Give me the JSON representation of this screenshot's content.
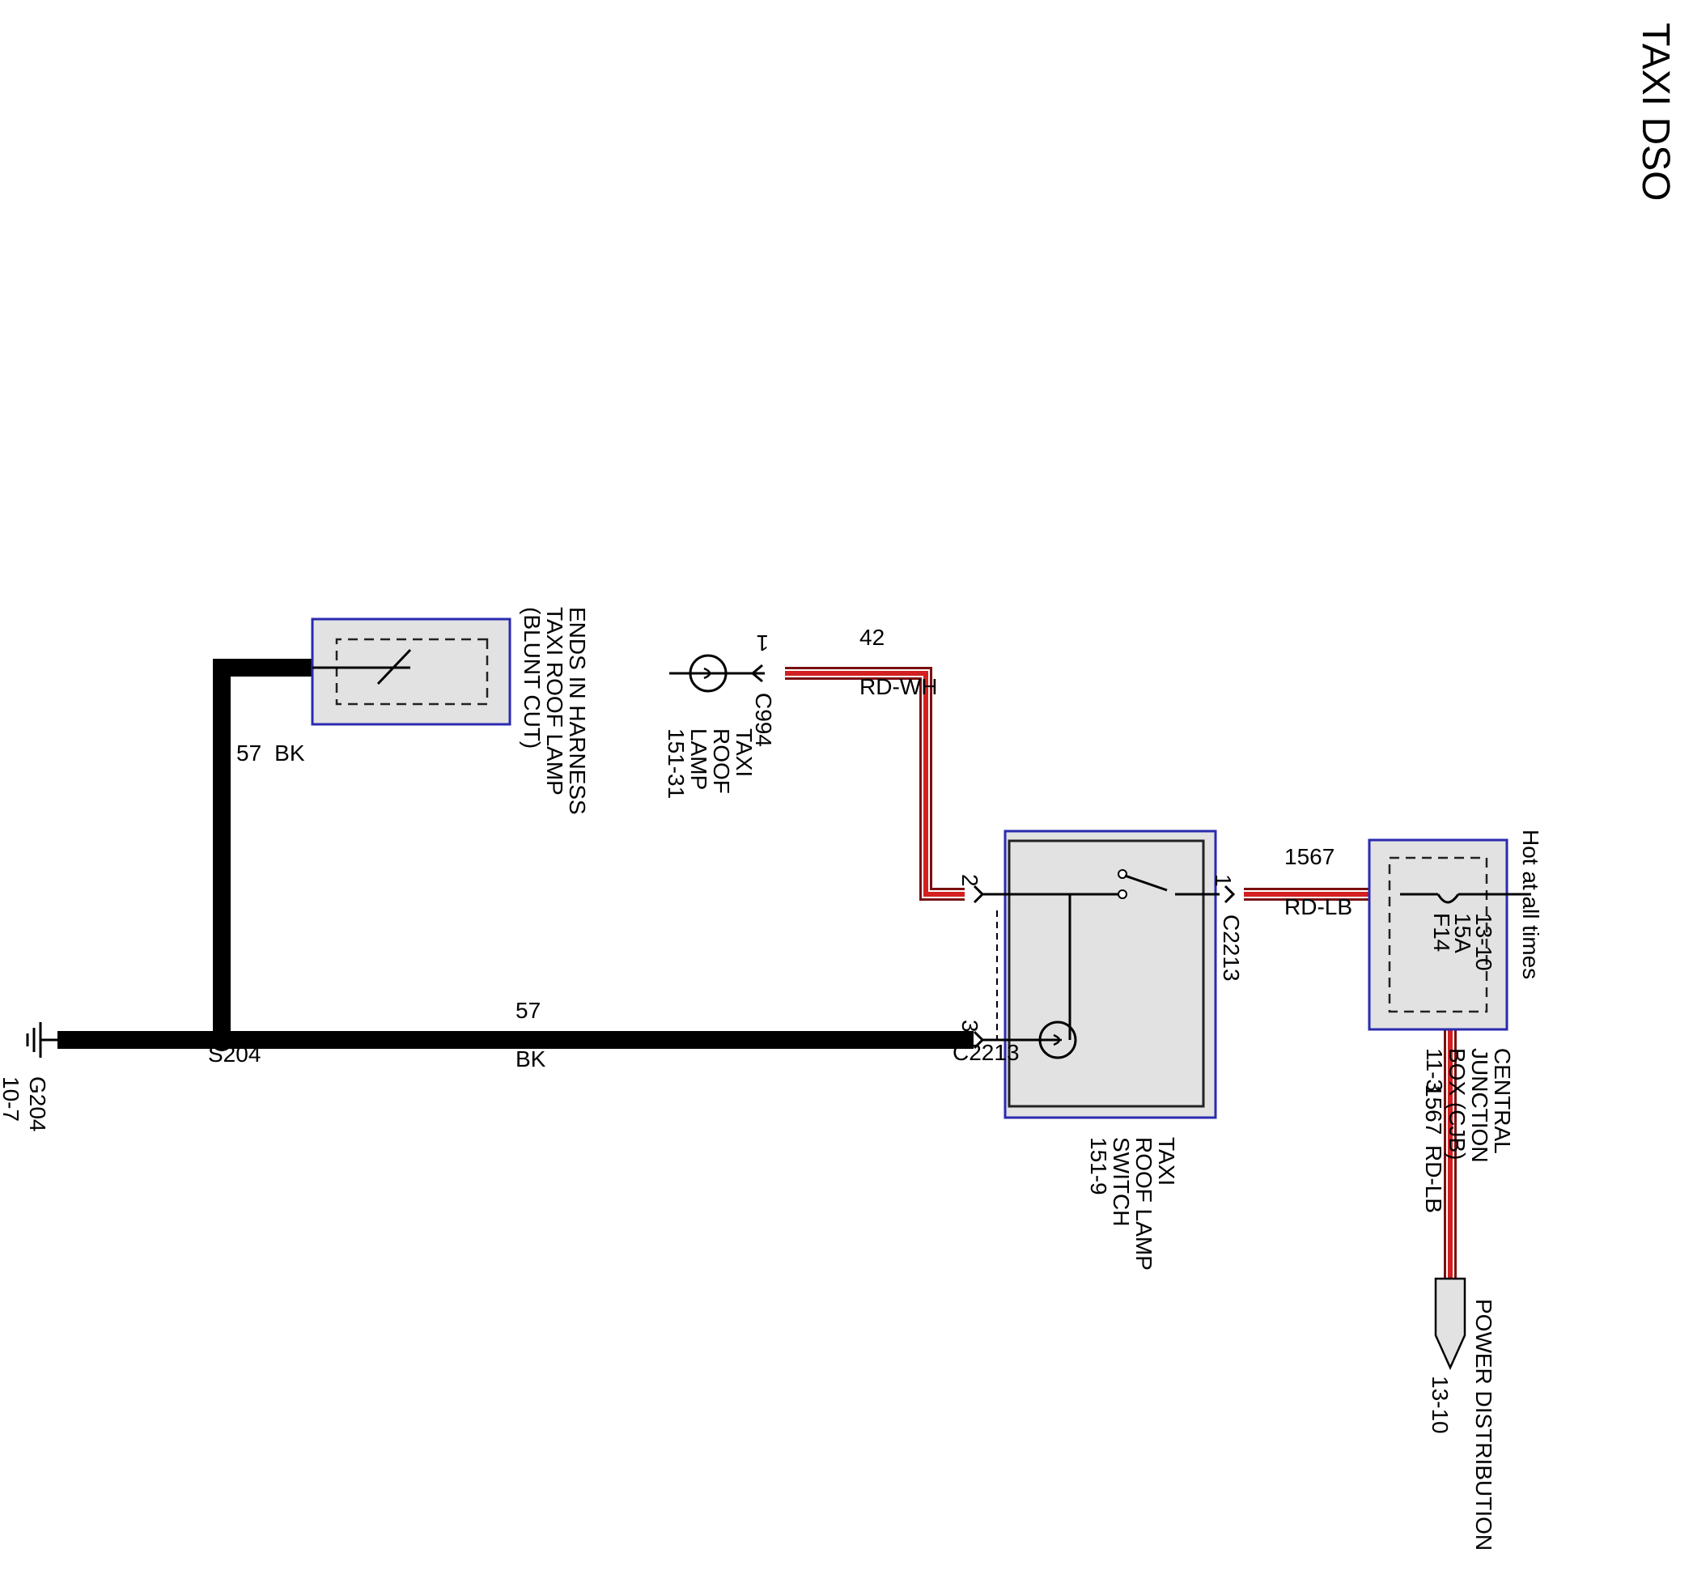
{
  "title": "TAXI DSO",
  "colors": {
    "component_border": "#2b2bb0",
    "component_fill": "#e2e2e2",
    "wire_red": "#d32020",
    "wire_black": "#000000"
  },
  "components": {
    "cjb": {
      "fuse_label": "F14",
      "fuse_rating": "15A",
      "fuse_ref": "13-10",
      "name_lines": [
        "CENTRAL",
        "JUNCTION",
        "BOX (CJB)",
        "11-3"
      ],
      "hot_label": "Hot at all times"
    },
    "switch": {
      "name_lines": [
        "TAXI",
        "ROOF LAMP",
        "SWITCH",
        "151-9"
      ],
      "connector": "C2213",
      "pins": {
        "power": "1",
        "lamp": "2",
        "ground": "3"
      }
    },
    "roof_lamp": {
      "name_lines": [
        "TAXI",
        "ROOF",
        "LAMP",
        "151-31"
      ],
      "connector": "C994",
      "pin": "1"
    },
    "harness_end": {
      "name_lines": [
        "ENDS IN HARNESS",
        "TAXI ROOF LAMP",
        "(BLUNT CUT)"
      ]
    },
    "power_distribution": {
      "label": "POWER DISTRIBUTION",
      "ref": "13-10"
    },
    "splice": {
      "label": "S204"
    },
    "ground": {
      "label": "G204",
      "ref": "10-7"
    }
  },
  "wires": {
    "w1567_switch": {
      "circuit": "1567",
      "color": "RD-LB"
    },
    "w1567_power": {
      "circuit": "1567",
      "color": "RD-LB"
    },
    "w42": {
      "circuit": "42",
      "color": "RD-WH"
    },
    "w57_ground": {
      "circuit": "57",
      "color": "BK"
    },
    "w57_harness": {
      "circuit": "57",
      "color": "BK"
    }
  }
}
